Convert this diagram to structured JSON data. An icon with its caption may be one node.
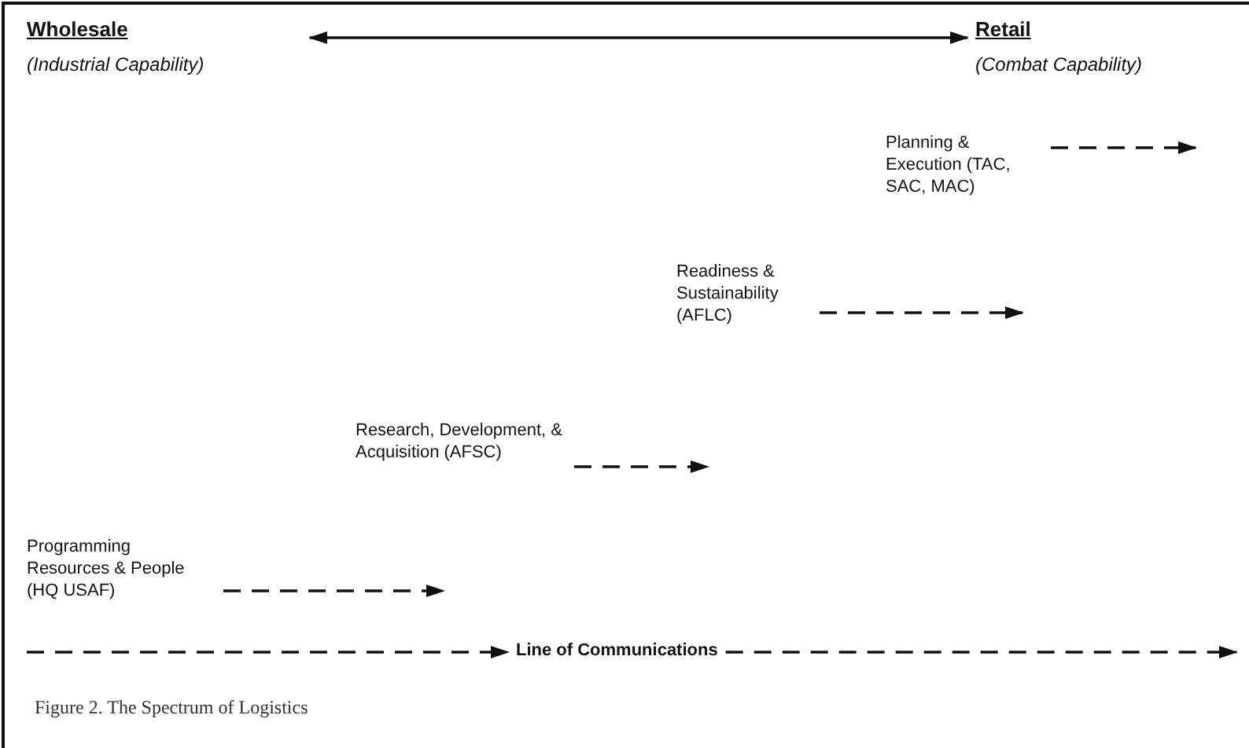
{
  "diagram": {
    "caption": "Figure 2. The Spectrum of Logistics",
    "nodes": [
      {
        "text": [
          "Wholesale",
          "(Industrial Capability)"
        ]
      },
      {
        "text": [
          "Retail",
          "(Combat Capability)"
        ]
      },
      {
        "text": [
          "Planning & Execution (TAC, SAC, MAC)"
        ]
      },
      {
        "text": [
          "Readiness & Sustainability (AFLC)"
        ]
      },
      {
        "text": [
          "Research, Development, & Acquisition (AFSC)"
        ]
      },
      {
        "text": [
          "Programming Resources & People (HQ USAF)"
        ]
      },
      {
        "text": [
          "Line of Communications"
        ]
      }
    ],
    "edges": [
      {
        "from": 0,
        "to": 1,
        "arrow": "both"
      },
      {
        "from": 2,
        "to": null,
        "arrow": "to",
        "style": "dashed"
      },
      {
        "from": 3,
        "to": null,
        "arrow": "to",
        "style": "dashed"
      },
      {
        "from": 4,
        "to": null,
        "arrow": "to",
        "style": "dashed"
      },
      {
        "from": 5,
        "to": null,
        "arrow": "to",
        "style": "dashed"
      },
      {
        "from": null,
        "to": 6,
        "arrow": "to",
        "style": "dashed"
      },
      {
        "from": 6,
        "to": null,
        "arrow": "to",
        "style": "dashed"
      }
    ]
  }
}
